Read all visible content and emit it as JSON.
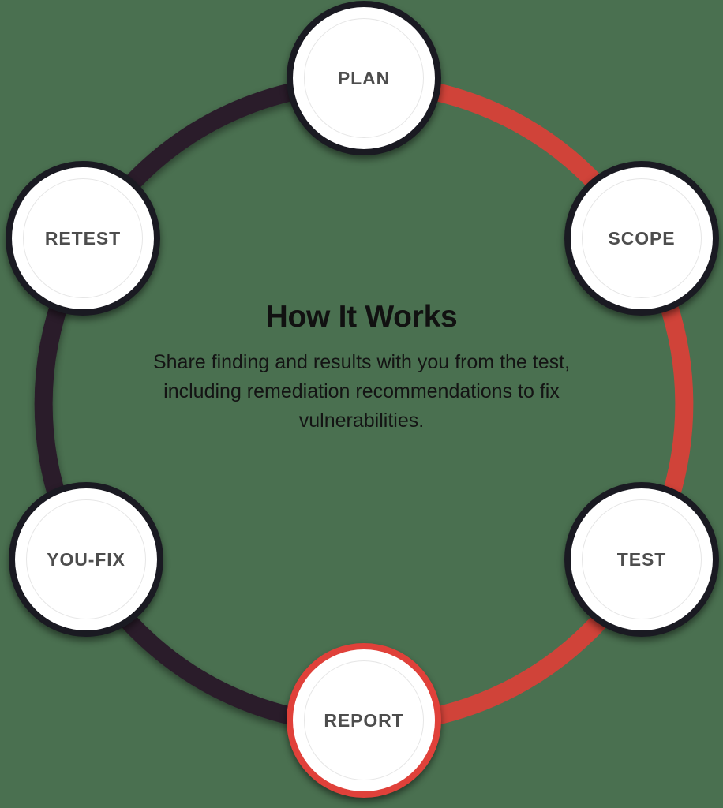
{
  "diagram": {
    "title": "How It Works",
    "description": "Share finding and results with you from the test, including remediation recommendations to fix vulnerabilities.",
    "description_lines": [
      "Share finding and results with you from",
      "the test, including remediation",
      "recommendations to fix vulnerabilities."
    ],
    "type": "circular-process-cycle",
    "step_count": 6,
    "active_step": "REPORT",
    "colors": {
      "background": "#4a7050",
      "accent_red": "#d04339",
      "node_active_ring": "#e0413a",
      "node_ring": "#1a1a22",
      "arc_dark": "#2a1d2a",
      "label_text": "#4d4d4d",
      "title_text": "#111111",
      "node_fill": "#ffffff",
      "inner_ring": "#e6e6e6"
    },
    "steps": [
      {
        "id": "plan",
        "label": "PLAN",
        "order": 1,
        "angle_deg": -90,
        "state": "default"
      },
      {
        "id": "scope",
        "label": "SCOPE",
        "order": 2,
        "angle_deg": -30,
        "state": "default"
      },
      {
        "id": "test",
        "label": "TEST",
        "order": 3,
        "angle_deg": 30,
        "state": "default"
      },
      {
        "id": "report",
        "label": "REPORT",
        "order": 4,
        "angle_deg": 90,
        "state": "active"
      },
      {
        "id": "youfix",
        "label": "YOU-FIX",
        "order": 5,
        "angle_deg": 150,
        "state": "default"
      },
      {
        "id": "retest",
        "label": "RETEST",
        "order": 6,
        "angle_deg": 210,
        "state": "default"
      }
    ],
    "arcs": [
      {
        "id": "arc-progress",
        "from": "PLAN",
        "to": "REPORT",
        "color": "#d04339",
        "direction": "clockwise"
      },
      {
        "id": "arc-remaining",
        "from": "REPORT",
        "to": "PLAN",
        "color": "#2a1d2a",
        "direction": "clockwise"
      }
    ]
  }
}
